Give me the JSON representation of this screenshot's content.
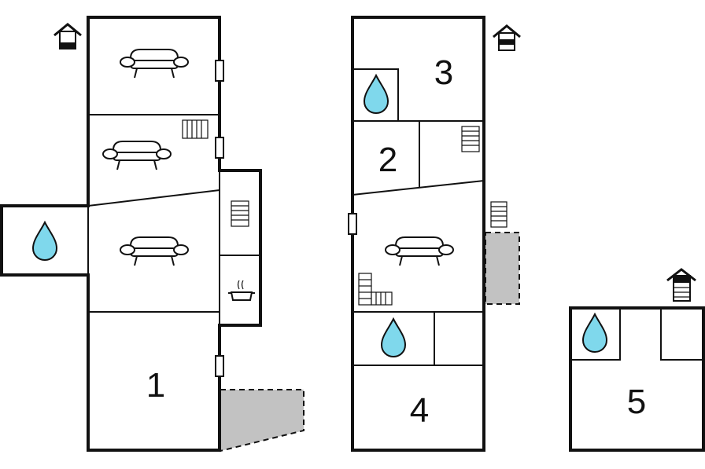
{
  "plan": {
    "labels": {
      "level_1": "1",
      "level_2": "2",
      "level_3": "3",
      "level_4": "4",
      "level_5": "5"
    },
    "icons": [
      "sofa-icon",
      "bathroom-drop-icon",
      "staircase-icon",
      "kitchen-pot-icon",
      "house-entrance-icon",
      "window-icon"
    ],
    "colors": {
      "bathroom": "#7fd8ec",
      "terrace": "#c2c2c2",
      "walls": "#111111"
    }
  }
}
